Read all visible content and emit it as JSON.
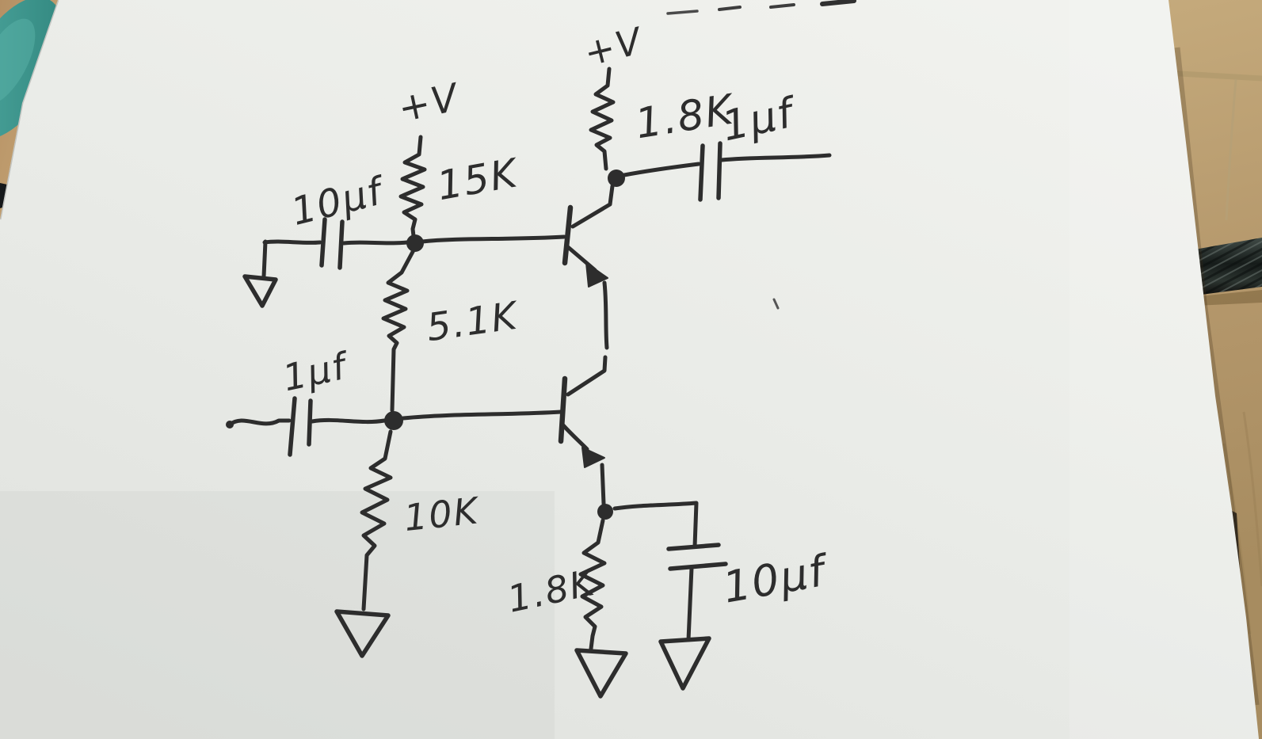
{
  "scene": {
    "type": "hand-drawn circuit schematic on paper, photographed on wooden workbench"
  },
  "labels": {
    "supply_left": "+V",
    "supply_top": "+V",
    "r_bias_upper": "15K",
    "r_collector": "1.8K",
    "c_output": "1µf",
    "c_input_upper": "10µf",
    "r_interstage": "5.1K",
    "c_input_lower": "1µf",
    "r_bias_lower": "10K",
    "r_emitter": "1.8K",
    "c_bypass": "10µf"
  },
  "colors": {
    "ink": "#2d2d2d",
    "paper": "#e9ebe7",
    "wood": "#c6ad80",
    "teal_handle": "#3f9d95",
    "drill_bit": "#1c2220"
  }
}
